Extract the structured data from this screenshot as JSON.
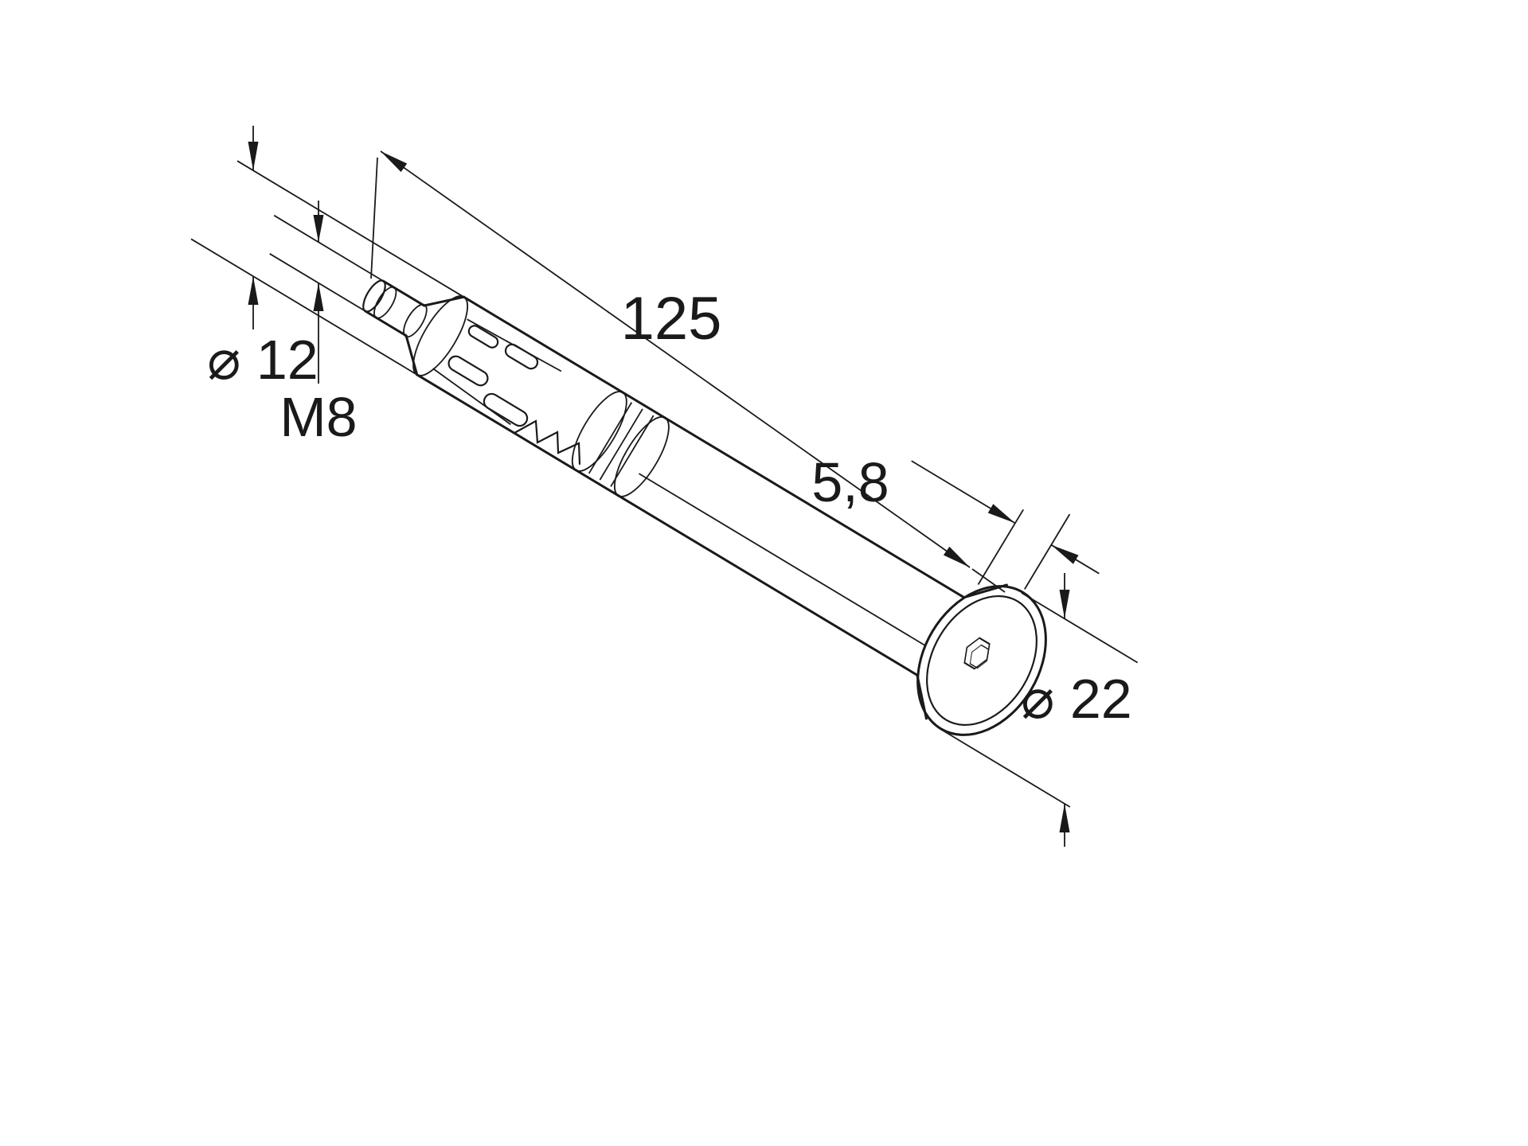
{
  "drawing": {
    "dimensions": {
      "overall_length": {
        "label": "125"
      },
      "sleeve_diameter": {
        "label": "⌀ 12"
      },
      "thread": {
        "label": "M8"
      },
      "head_height": {
        "label": "5,8"
      },
      "head_diameter": {
        "label": "⌀ 22"
      }
    }
  }
}
